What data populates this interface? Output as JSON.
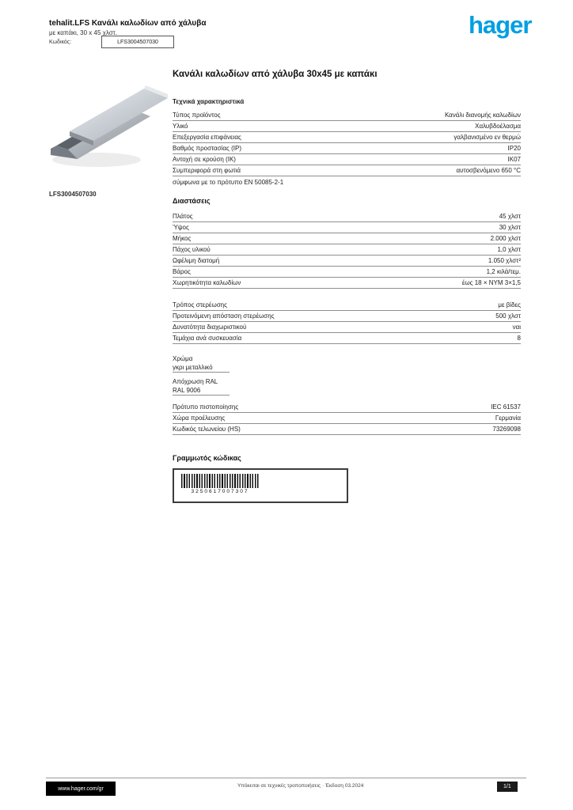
{
  "brand": {
    "logo_text": "hager",
    "logo_color": "#009fe3"
  },
  "header": {
    "title": "tehalit.LFS Κανάλι καλωδίων από χάλυβα",
    "subtitle": "με καπάκι, 30 x 45 χλστ.",
    "order_label": "Κωδικός:",
    "order_value": "LFS3004507030"
  },
  "product": {
    "ref": "LFS3004507030"
  },
  "main": {
    "title": "Κανάλι καλωδίων από χάλυβα 30x45 με καπάκι",
    "section1_title": "Τεχνικά χαρακτηριστικά",
    "specs1": [
      {
        "label": "Τύπος προϊόντος",
        "value": "Κανάλι διανομής καλωδίων"
      },
      {
        "label": "Υλικό",
        "value": "Χαλυβδοέλασμα"
      },
      {
        "label": "Επεξεργασία επιφάνειας",
        "value": "γαλβανισμένο εν θερμώ"
      },
      {
        "label": "Βαθμός προστασίας (IP)",
        "value": "IP20"
      },
      {
        "label": "Αντοχή σε κρούση (IK)",
        "value": "IK07"
      },
      {
        "label": "Συμπεριφορά στη φωτιά",
        "value": "αυτοσβενόμενο 650 °C"
      }
    ],
    "note": "σύμφωνα με το πρότυπο EN 50085-2-1",
    "section2_title": "Διαστάσεις",
    "specs2": [
      {
        "label": "Πλάτος",
        "value": "45 χλστ"
      },
      {
        "label": "Ύψος",
        "value": "30 χλστ"
      },
      {
        "label": "Μήκος",
        "value": "2.000 χλστ"
      },
      {
        "label": "Πάχος υλικού",
        "value": "1,0 χλστ"
      },
      {
        "label": "Ωφέλιμη διατομή",
        "value": "1.050 χλστ²"
      },
      {
        "label": "Βάρος",
        "value": "1,2 κιλά/τεμ."
      },
      {
        "label": "Χωρητικότητα καλωδίων",
        "value": "έως 18 × NYM 3×1,5"
      }
    ],
    "specs3": [
      {
        "label": "Τρόπος στερέωσης",
        "value": "με βίδες"
      },
      {
        "label": "Προτεινόμενη απόσταση στερέωσης",
        "value": "500 χλστ"
      },
      {
        "label": "Δυνατότητα διαχωριστικού",
        "value": "ναι"
      },
      {
        "label": "Τεμάχια ανά συσκευασία",
        "value": "8"
      }
    ],
    "color_rows": [
      {
        "label": "Χρώμα",
        "value": "γκρι μεταλλικό"
      },
      {
        "label": "Απόχρωση RAL",
        "value": "RAL 9006"
      }
    ],
    "specs4": [
      {
        "label": "Πρότυπο πιστοποίησης",
        "value": "IEC 61537"
      },
      {
        "label": "Χώρα προέλευσης",
        "value": "Γερμανία"
      },
      {
        "label": "Κωδικός τελωνείου (HS)",
        "value": "73269098"
      }
    ],
    "barcode_title": "Γραμμωτός κώδικας",
    "barcode_number": "3250617007307"
  },
  "footer": {
    "site": "www.hager.com/gr",
    "center": "Υπόκειται σε τεχνικές τροποποιήσεις · Έκδοση 03.2024",
    "page": "1/1"
  }
}
